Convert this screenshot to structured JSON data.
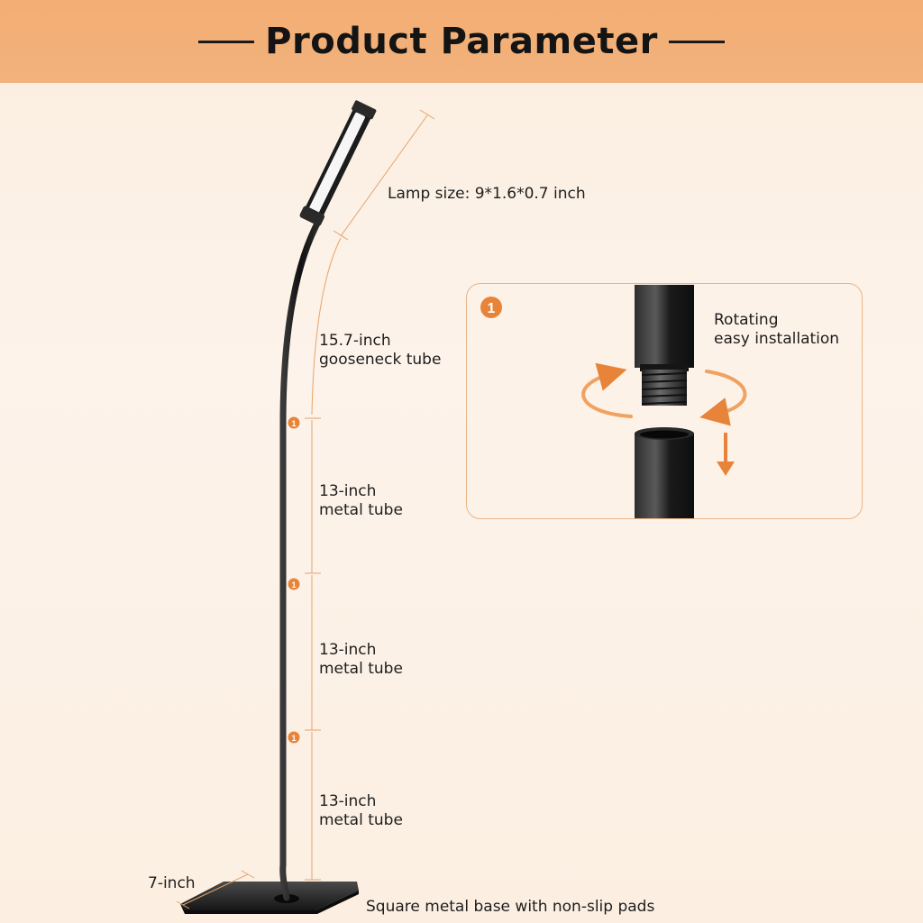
{
  "header": {
    "title": "Product Parameter"
  },
  "lamp": {
    "size_label": "Lamp size: 9*1.6*0.7 inch"
  },
  "segments": [
    {
      "line1": "15.7-inch",
      "line2": "gooseneck tube"
    },
    {
      "line1": "13-inch",
      "line2": "metal tube"
    },
    {
      "line1": "13-inch",
      "line2": "metal tube"
    },
    {
      "line1": "13-inch",
      "line2": "metal tube"
    }
  ],
  "joint_marker": "1",
  "base": {
    "size_label": "7-inch",
    "description": "Square metal base with non-slip pads"
  },
  "inset": {
    "marker": "1",
    "line1": "Rotating",
    "line2": "easy installation"
  },
  "colors": {
    "accent": "#e8843a",
    "header": "#f3ae74",
    "metal": "#1b1b1b"
  }
}
